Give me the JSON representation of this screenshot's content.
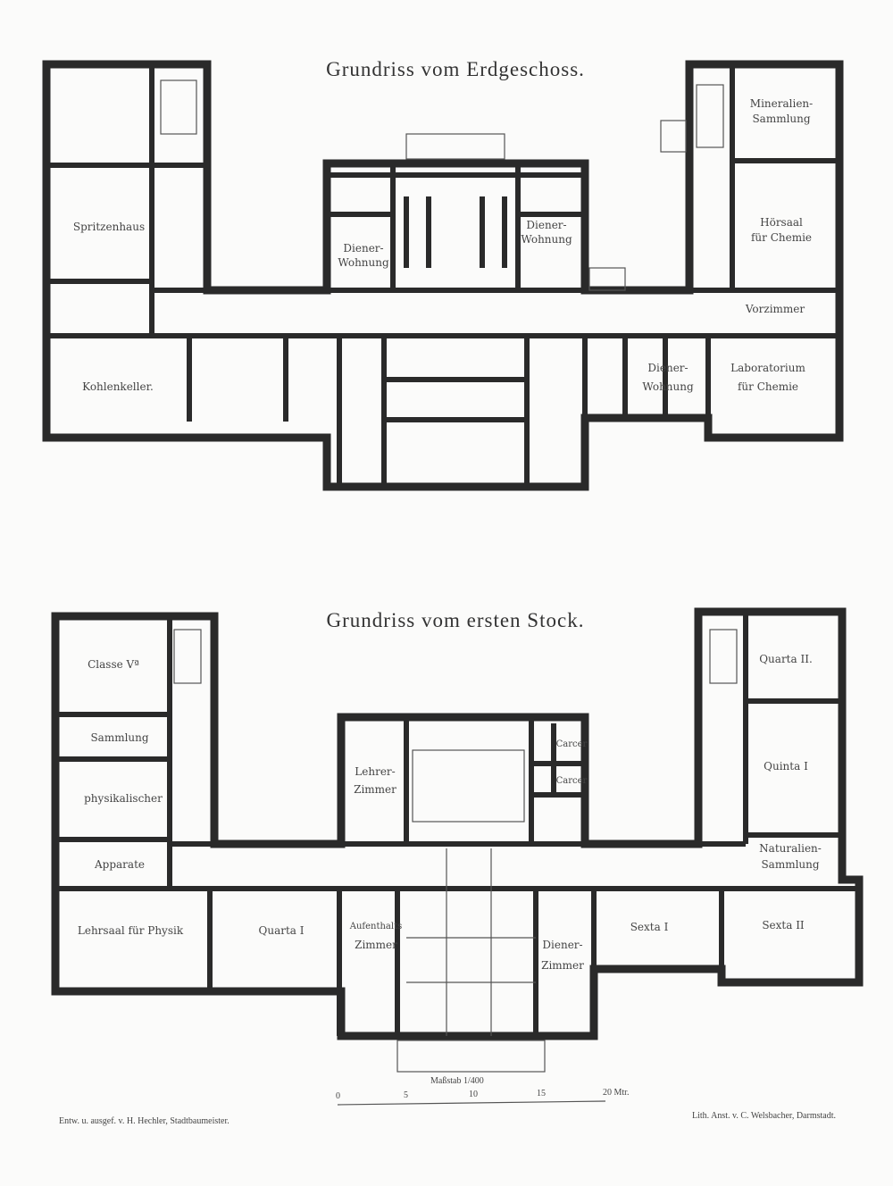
{
  "ground_floor": {
    "title": "Grundriss vom Erdgeschoss.",
    "rooms": {
      "spritzenhaus": "Spritzenhaus",
      "kohlenkeller": "Kohlenkeller.",
      "diener_left_1": "Diener-",
      "diener_left_2": "Wohnung",
      "diener_mid_1": "Diener-",
      "diener_mid_2": "Wohnung",
      "mineralien_1": "Mineralien-",
      "mineralien_2": "Sammlung",
      "hoersaal_1": "Hörsaal",
      "hoersaal_2": "für Chemie",
      "vorzimmer": "Vorzimmer",
      "diener_right_1": "Diener-",
      "diener_right_2": "Wohnung",
      "labor_1": "Laboratorium",
      "labor_2": "für Chemie"
    }
  },
  "first_floor": {
    "title": "Grundriss vom ersten Stock.",
    "rooms": {
      "classe": "Classe Vª",
      "sammlung": "Sammlung",
      "physik": "physikalischer",
      "apparate": "Apparate",
      "lehrsaal": "Lehrsaal für Physik",
      "quarta1": "Quarta I",
      "lehrer_1": "Lehrer-",
      "lehrer_2": "Zimmer",
      "carcer1": "Carcer",
      "carcer2": "Carcer",
      "aufenthalt_1": "Aufenthalts",
      "aufenthalt_2": "Zimmer",
      "diener_1": "Diener-",
      "diener_2": "Zimmer",
      "quarta2": "Quarta II.",
      "quinta": "Quinta I",
      "naturalien_1": "Naturalien-",
      "naturalien_2": "Sammlung",
      "sexta1": "Sexta I",
      "sexta2": "Sexta II"
    }
  },
  "scale": {
    "label": "Maßstab 1/400",
    "ticks": [
      "0",
      "5",
      "10",
      "15",
      "20 Mtr."
    ]
  },
  "credits": {
    "left": "Entw. u. ausgef. v. H. Hechler, Stadtbaumeister.",
    "right": "Lith. Anst. v. C. Welsbacher, Darmstadt."
  }
}
